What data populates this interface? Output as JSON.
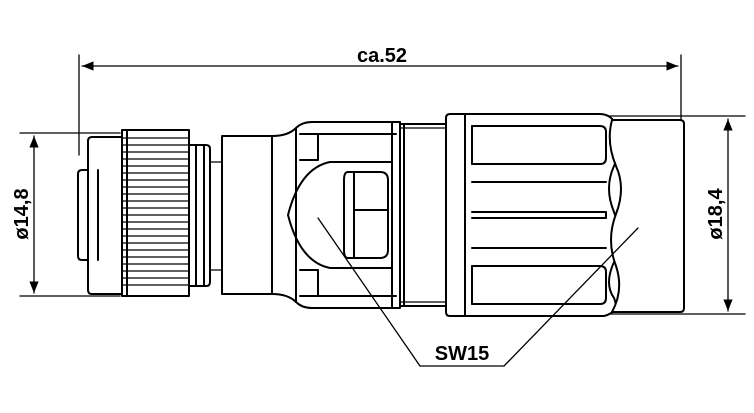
{
  "drawing": {
    "length_label": "ca.52",
    "diameter_left_label": "ø14,8",
    "diameter_right_label": "ø18,4",
    "wrench_label": "SW15"
  },
  "colors": {
    "line": "#000000",
    "background": "#ffffff"
  }
}
